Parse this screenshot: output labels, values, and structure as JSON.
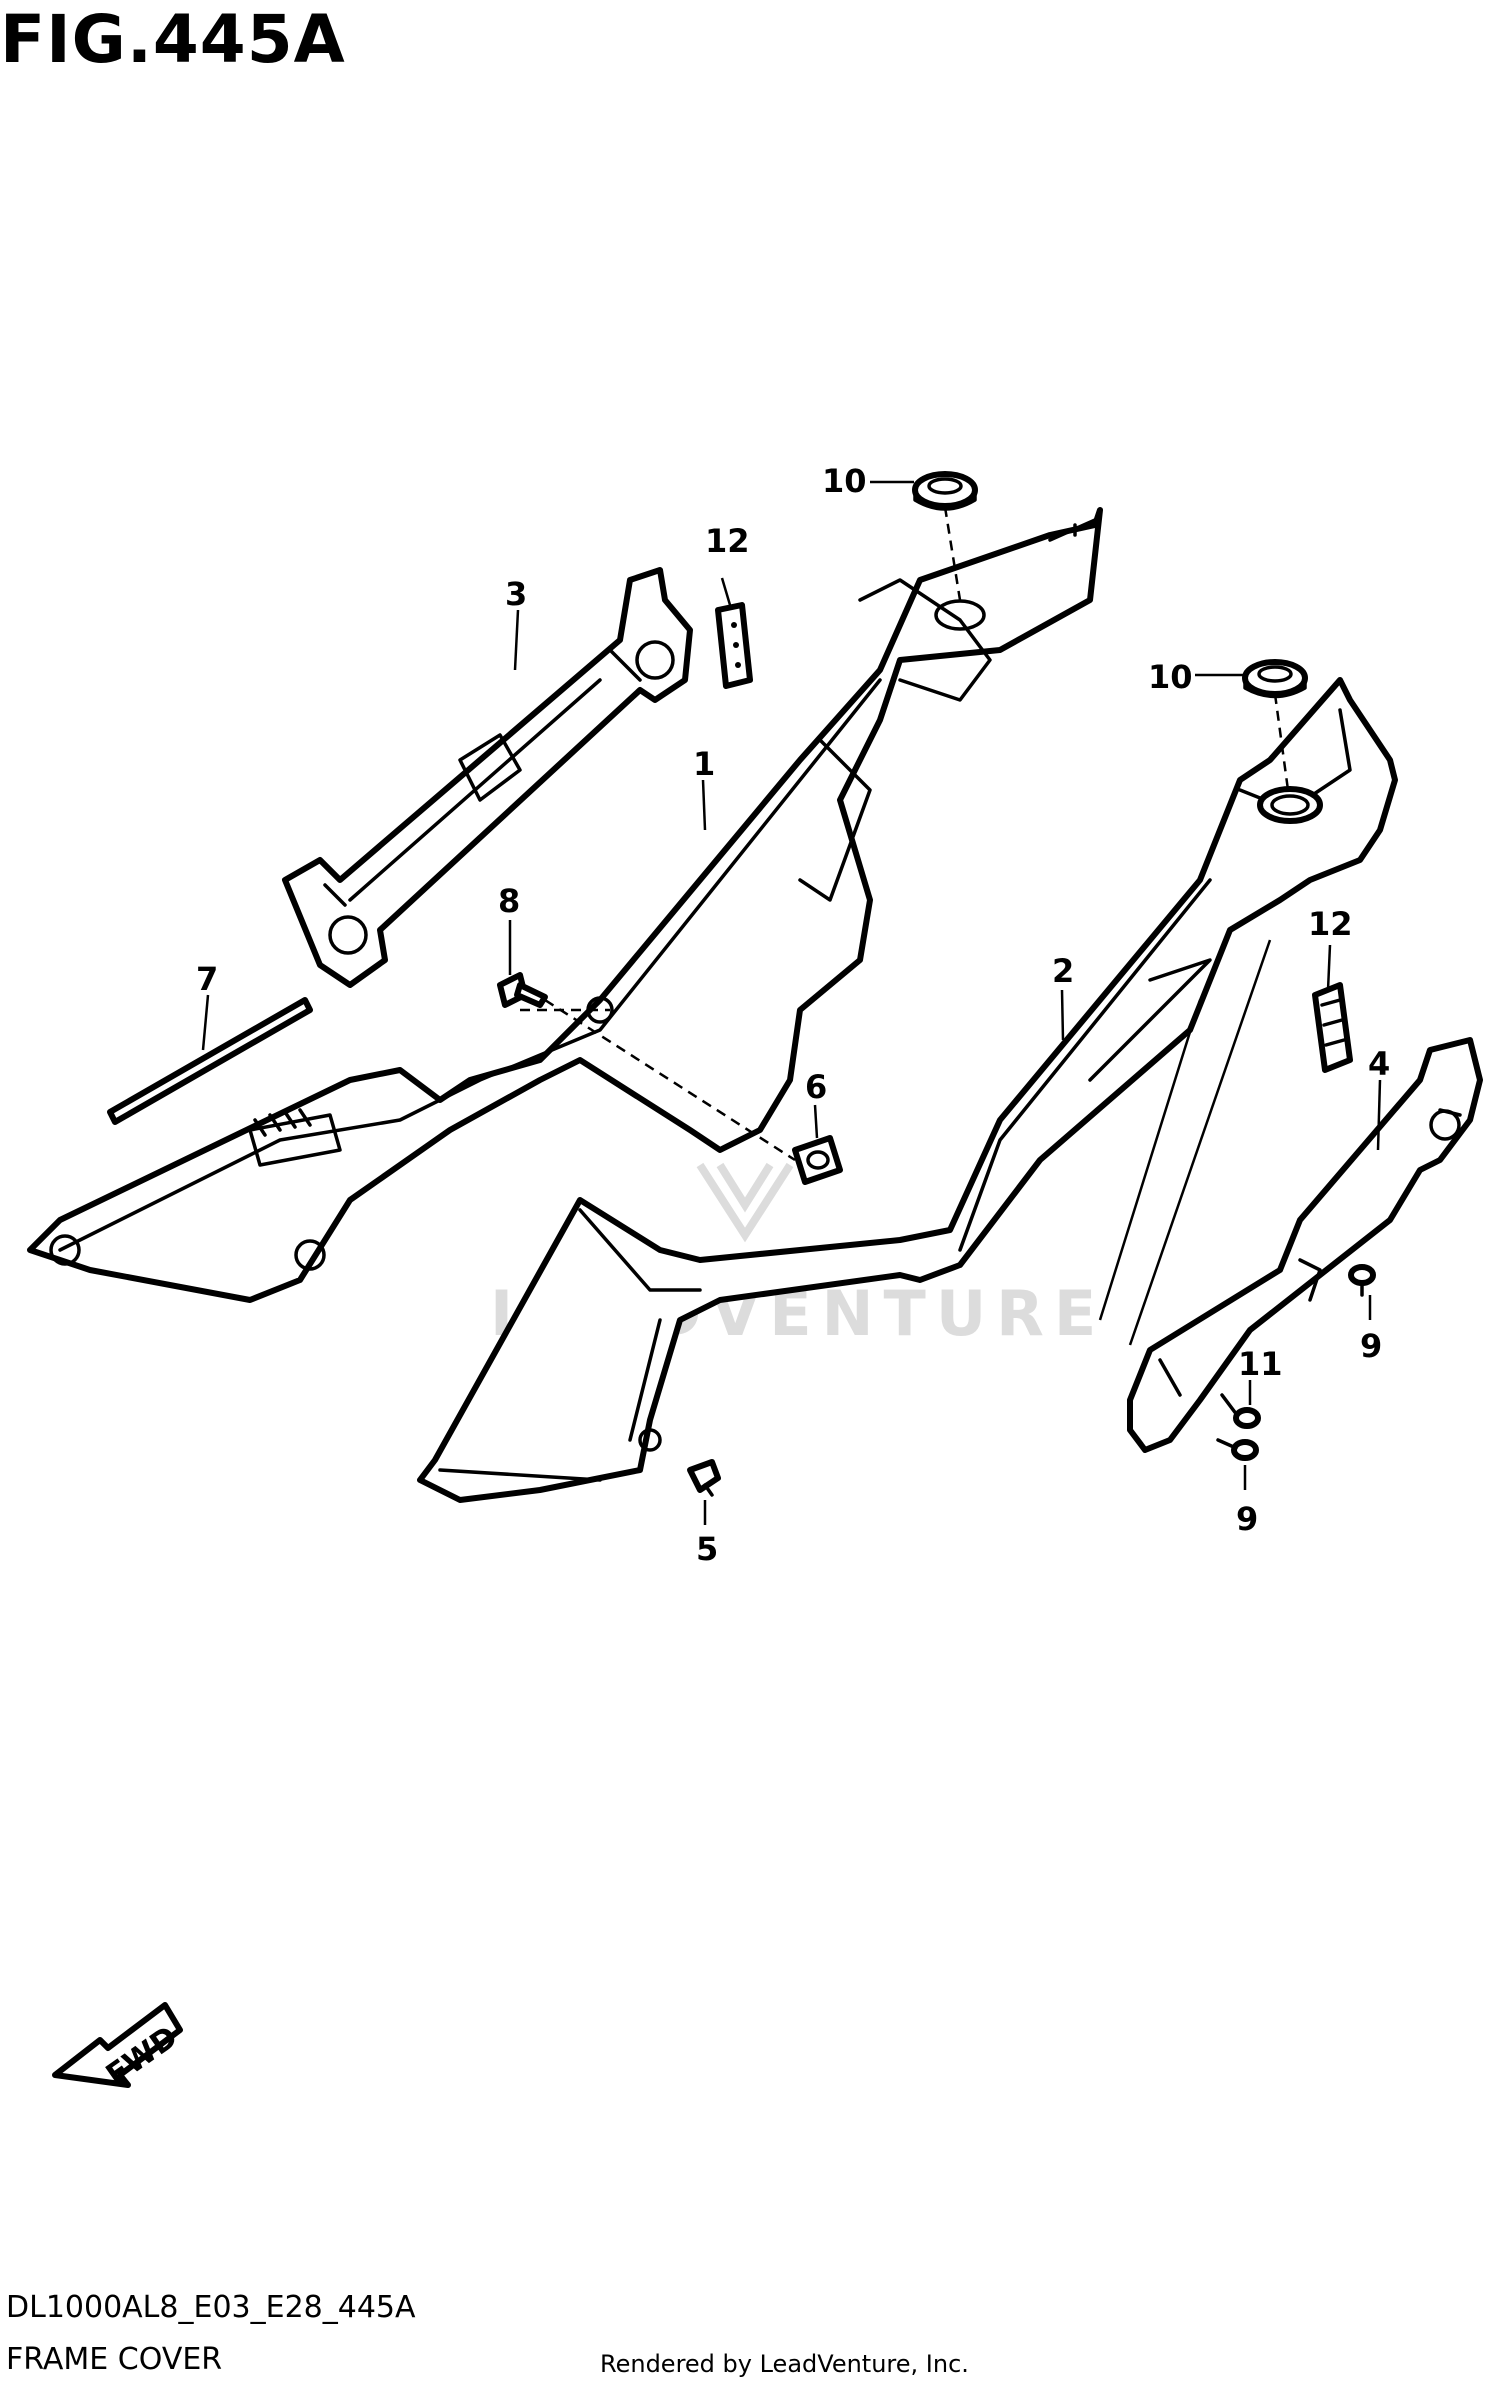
{
  "figure": {
    "title": "FIG.445A",
    "diagram_code": "DL1000AL8_E03_E28_445A",
    "section_name": "FRAME COVER",
    "credit": "Rendered by LeadVenture, Inc."
  },
  "watermark": "LEADVENTURE",
  "direction_label": "FWD",
  "callouts": [
    {
      "id": "c1",
      "number": "1"
    },
    {
      "id": "c2",
      "number": "2"
    },
    {
      "id": "c3",
      "number": "3"
    },
    {
      "id": "c4",
      "number": "4"
    },
    {
      "id": "c5",
      "number": "5"
    },
    {
      "id": "c6",
      "number": "6"
    },
    {
      "id": "c7",
      "number": "7"
    },
    {
      "id": "c8",
      "number": "8"
    },
    {
      "id": "c9a",
      "number": "9"
    },
    {
      "id": "c9b",
      "number": "9"
    },
    {
      "id": "c10a",
      "number": "10"
    },
    {
      "id": "c10b",
      "number": "10"
    },
    {
      "id": "c11",
      "number": "11"
    },
    {
      "id": "c12a",
      "number": "12"
    },
    {
      "id": "c12b",
      "number": "12"
    }
  ]
}
